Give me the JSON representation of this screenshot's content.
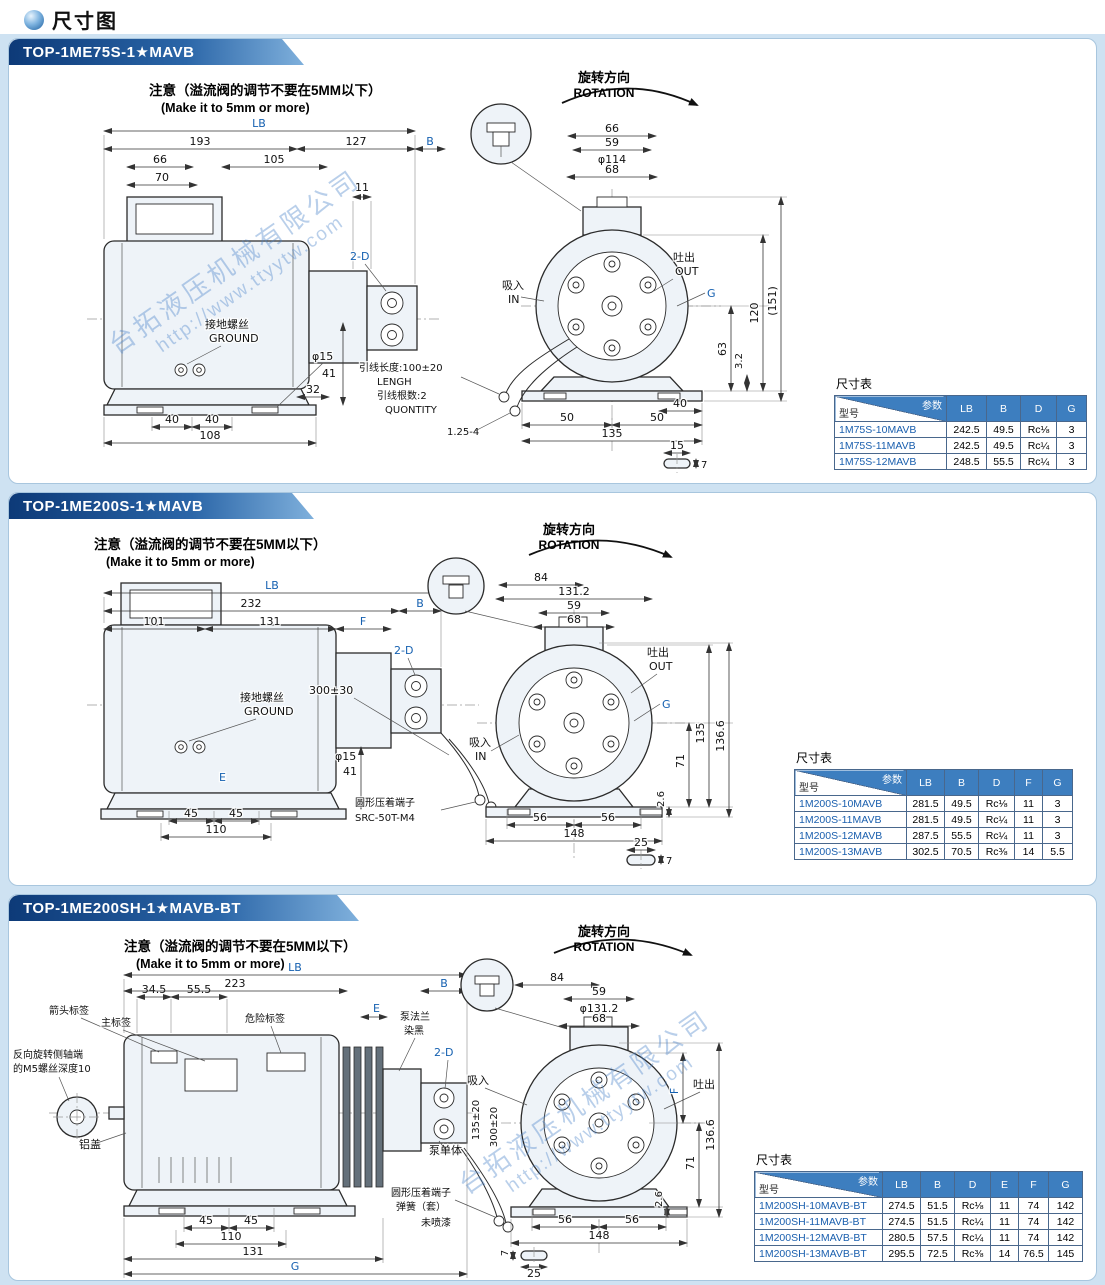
{
  "header": {
    "title": "尺寸图"
  },
  "watermark": {
    "company": "台拓液压机械有限公司",
    "url": "http://www.ttyytw.com"
  },
  "table_label": "尺寸表",
  "corner": {
    "top": "参数",
    "bottom": "型号"
  },
  "sections": [
    {
      "title": "TOP-1ME75S-1★MAVB",
      "note_cn": "注意（溢流阀的调节不要在5MM以下）",
      "note_en": "(Make it to 5mm or more)",
      "rotation_cn": "旋转方向",
      "rotation_en": "ROTATION",
      "side": {
        "lb": "LB",
        "d193": "193",
        "d127": "127",
        "b": "B",
        "d66": "66",
        "d105": "105",
        "d70": "70",
        "d11": "11",
        "two_d": "2-D",
        "ground_cn": "接地螺丝",
        "ground_en": "GROUND",
        "phi15": "φ15",
        "d41": "41",
        "d32": "32",
        "d40a": "40",
        "d40b": "40",
        "d108": "108"
      },
      "front": {
        "d66": "66",
        "d59": "59",
        "phi114": "φ114",
        "d68": "68",
        "out_cn": "吐出",
        "out_en": "OUT",
        "g": "G",
        "d63": "63",
        "d32": "3.2",
        "d120": "120",
        "d151": "(151)",
        "d40": "40",
        "d50a": "50",
        "d50b": "50",
        "d135": "135",
        "d15": "15",
        "d7": "7",
        "in_cn": "吸入",
        "in_en": "IN",
        "lead_len": "引线长度:100±20",
        "lead_len_en": "LENGH",
        "lead_num": "引线根数:2",
        "lead_num_en": "QUONTITY",
        "lug": "1.25-4"
      },
      "table": {
        "columns": [
          "LB",
          "B",
          "D",
          "G"
        ],
        "rows": [
          {
            "model": "1M75S-10MAVB",
            "values": [
              "242.5",
              "49.5",
              "Rc⅛",
              "3"
            ]
          },
          {
            "model": "1M75S-11MAVB",
            "values": [
              "242.5",
              "49.5",
              "Rc¼",
              "3"
            ]
          },
          {
            "model": "1M75S-12MAVB",
            "values": [
              "248.5",
              "55.5",
              "Rc¼",
              "3"
            ]
          }
        ]
      }
    },
    {
      "title": "TOP-1ME200S-1★MAVB",
      "note_cn": "注意（溢流阀的调节不要在5MM以下）",
      "note_en": "(Make it to 5mm or more)",
      "rotation_cn": "旋转方向",
      "rotation_en": "ROTATION",
      "side": {
        "lb": "LB",
        "d232": "232",
        "b": "B",
        "d101": "101",
        "d131": "131",
        "f": "F",
        "two_d": "2-D",
        "ground_cn": "接地螺丝",
        "ground_en": "GROUND",
        "lead": "300±30",
        "phi15": "φ15",
        "d41": "41",
        "e": "E",
        "d45a": "45",
        "d45b": "45",
        "d110": "110",
        "term_cn": "圆形压着端子",
        "term_model": "SRC-50T-M4"
      },
      "front": {
        "d84": "84",
        "d1312": "131.2",
        "d59": "59",
        "d68": "68",
        "out_cn": "吐出",
        "out_en": "OUT",
        "g": "G",
        "d71": "71",
        "d135": "135",
        "d1366": "136.6",
        "d26": "2.6",
        "in_cn": "吸入",
        "in_en": "IN",
        "d56a": "56",
        "d56b": "56",
        "d148": "148",
        "d25": "25",
        "d7": "7"
      },
      "table": {
        "columns": [
          "LB",
          "B",
          "D",
          "F",
          "G"
        ],
        "rows": [
          {
            "model": "1M200S-10MAVB",
            "values": [
              "281.5",
              "49.5",
              "Rc⅛",
              "11",
              "3"
            ]
          },
          {
            "model": "1M200S-11MAVB",
            "values": [
              "281.5",
              "49.5",
              "Rc¼",
              "11",
              "3"
            ]
          },
          {
            "model": "1M200S-12MAVB",
            "values": [
              "287.5",
              "55.5",
              "Rc¼",
              "11",
              "3"
            ]
          },
          {
            "model": "1M200S-13MAVB",
            "values": [
              "302.5",
              "70.5",
              "Rc⅜",
              "14",
              "5.5"
            ]
          }
        ]
      }
    },
    {
      "title": "TOP-1ME200SH-1★MAVB-BT",
      "note_cn": "注意（溢流阀的调节不要在5MM以下）",
      "note_en": "(Make it to 5mm or more)",
      "rotation_cn": "旋转方向",
      "rotation_en": "ROTATION",
      "side": {
        "arrow_lbl": "箭头标签",
        "main_lbl": "主标签",
        "danger_lbl": "危险标签",
        "d345": "34.5",
        "d555": "55.5",
        "flange_lbl": "泵法兰",
        "blacken": "染黑",
        "lb": "LB",
        "d223": "223",
        "b": "B",
        "e": "E",
        "two_d": "2-D",
        "reverse1": "反向旋转侧轴端",
        "reverse2": "的M5螺丝深度10",
        "alu": "铝盖",
        "pump_unit": "泵单体",
        "v135": "135±20",
        "v300": "300±20",
        "d45a": "45",
        "d45b": "45",
        "d110": "110",
        "d131": "131",
        "g": "G",
        "term_cn": "圆形压着端子",
        "spring": "弹簧（套）",
        "unpainted": "未喷漆"
      },
      "front": {
        "d84": "84",
        "d59": "59",
        "phi1312": "φ131.2",
        "d68": "68",
        "in_cn": "吸入",
        "out_cn": "吐出",
        "f": "F",
        "d71": "71",
        "d1366": "136.6",
        "d26": "2.6",
        "d56a": "56",
        "d56b": "56",
        "d148": "148",
        "d7": "7",
        "d25": "25"
      },
      "table": {
        "columns": [
          "LB",
          "B",
          "D",
          "E",
          "F",
          "G"
        ],
        "rows": [
          {
            "model": "1M200SH-10MAVB-BT",
            "values": [
              "274.5",
              "51.5",
              "Rc⅛",
              "11",
              "74",
              "142"
            ]
          },
          {
            "model": "1M200SH-11MAVB-BT",
            "values": [
              "274.5",
              "51.5",
              "Rc¼",
              "11",
              "74",
              "142"
            ]
          },
          {
            "model": "1M200SH-12MAVB-BT",
            "values": [
              "280.5",
              "57.5",
              "Rc¼",
              "11",
              "74",
              "142"
            ]
          },
          {
            "model": "1M200SH-13MAVB-BT",
            "values": [
              "295.5",
              "72.5",
              "Rc⅜",
              "14",
              "76.5",
              "145"
            ]
          }
        ]
      }
    }
  ]
}
